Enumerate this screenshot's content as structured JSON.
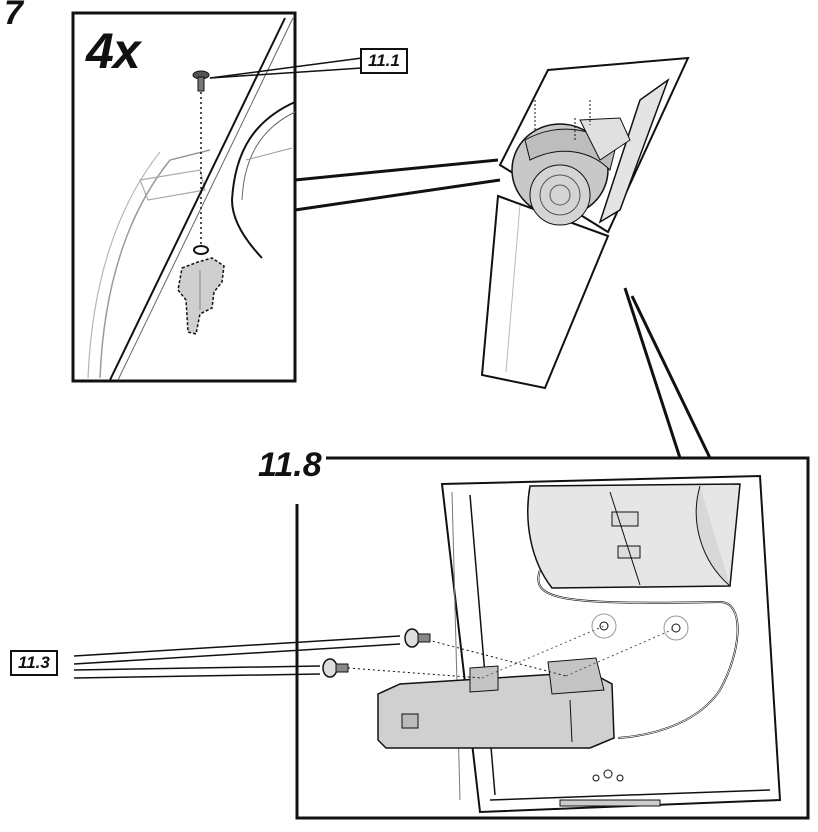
{
  "step": {
    "number": "7"
  },
  "detail_top": {
    "quantity": "4x",
    "part_ref": "11.1"
  },
  "detail_bottom": {
    "title": "11.8",
    "part_ref": "11.3"
  },
  "colors": {
    "line": "#111111",
    "part_fill": "#cfcfcf",
    "light_line": "#9a9a9a"
  }
}
